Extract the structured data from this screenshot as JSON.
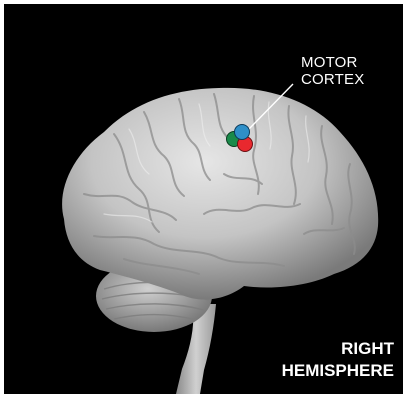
{
  "labels": {
    "region_line1": "MOTOR",
    "region_line2": "CORTEX",
    "hemisphere_line1": "RIGHT",
    "hemisphere_line2": "HEMISPHERE"
  },
  "markers": [
    {
      "name": "green",
      "color": "#1a8a4a"
    },
    {
      "name": "red",
      "color": "#e8282e"
    },
    {
      "name": "blue",
      "color": "#2f8fc8"
    }
  ],
  "colors": {
    "background": "#000000",
    "brain": "#c9c9c9",
    "text": "#ffffff"
  }
}
